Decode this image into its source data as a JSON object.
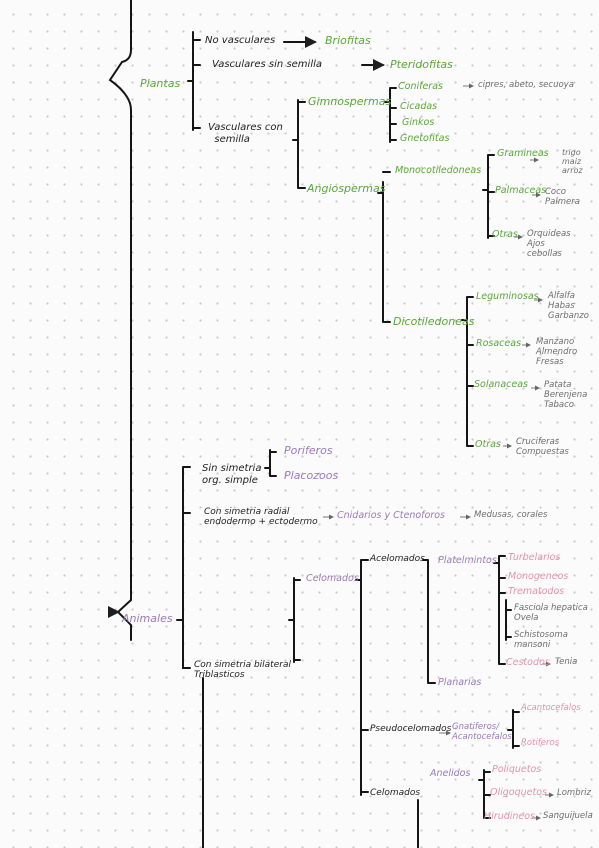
{
  "plantas": {
    "title": "Plantas",
    "no_vasculares": "No vasculares",
    "briofitas": "Briofitas",
    "vasculares_sin_semilla": "Vasculares sin semilla",
    "pteridofitas": "Pteridofitas",
    "vasculares_con_semilla": "Vasculares con\n  semilla",
    "gimnospermas": "Gimnospermas",
    "coniferas": "Coniferas",
    "coniferas_examples": "cipres, abeto, secuoya",
    "cicadas": "Cicadas",
    "ginkos": "Ginkos",
    "gnetofitas": "Gnetofitas",
    "angiospermas": "Angiospermas",
    "monocotiledoneas": "Monocotiledoneas",
    "gramineas": "Gramineas",
    "gramineas_examples": "trigo\nmaiz\narroz",
    "palmaceas": "Palmaceas",
    "palmaceas_examples": "Coco\nPalmera",
    "otras_mono": "Otras",
    "otras_mono_examples": "Orquideas\nAjos\ncebollas",
    "dicotiledoneas": "Dicotiledoneas",
    "leguminosas": "Leguminosas",
    "leguminosas_examples": "Alfalfa\nHabas\nGarbanzo",
    "rosaceas": "Rosaceas",
    "rosaceas_examples": "Manzano\nAlmendro\nFresas",
    "solanaceas": "Solanaceas",
    "solanaceas_examples": "Patata\nBerenjena\nTabaco",
    "otras_dico": "Otras",
    "otras_dico_examples": "Cruciferas\nCompuestas"
  },
  "animales": {
    "title": "Animales",
    "sin_simetria": "Sin simetria\norg. simple",
    "poriferos": "Poriferos",
    "placozoos": "Placozoos",
    "simetria_radial": "Con simetria radial\nendodermo + ectodermo",
    "cnidarios": "Cnidarios y Ctenoforos",
    "cnidarios_examples": "Medusas, corales",
    "simetria_bilateral": "Con simetria bilateral\nTriblasticos",
    "celomados": "Celomados",
    "acelomados": "Acelomados",
    "platelmintos": "Platelmintos",
    "turbelarios": "Turbelarios",
    "monogeneos": "Monogeneos",
    "trematodos": "Trematodos",
    "fasciola": "Fasciola hepatica\nOvela",
    "schistosoma": "Schistosoma\nmansoni",
    "cestodos": "Cestodos",
    "cestodos_example": "Tenia",
    "planarias": "Planarias",
    "pseudocelomados": "Pseudocelomados",
    "gnatiferos": "Gnatiferos/\nAcantocefalos",
    "acantocefalos": "Acantocefalos",
    "rotiferos": "Rotiferos",
    "celomados_bottom": "Celomados",
    "anelidos": "Anelidos",
    "poliquetos": "Poliquetos",
    "oligoquetos": "Oligoquetos",
    "oligoquetos_example": "Lombriz",
    "hirudineos": "Hirudineos",
    "hirudineos_example": "Sanguijuela"
  }
}
